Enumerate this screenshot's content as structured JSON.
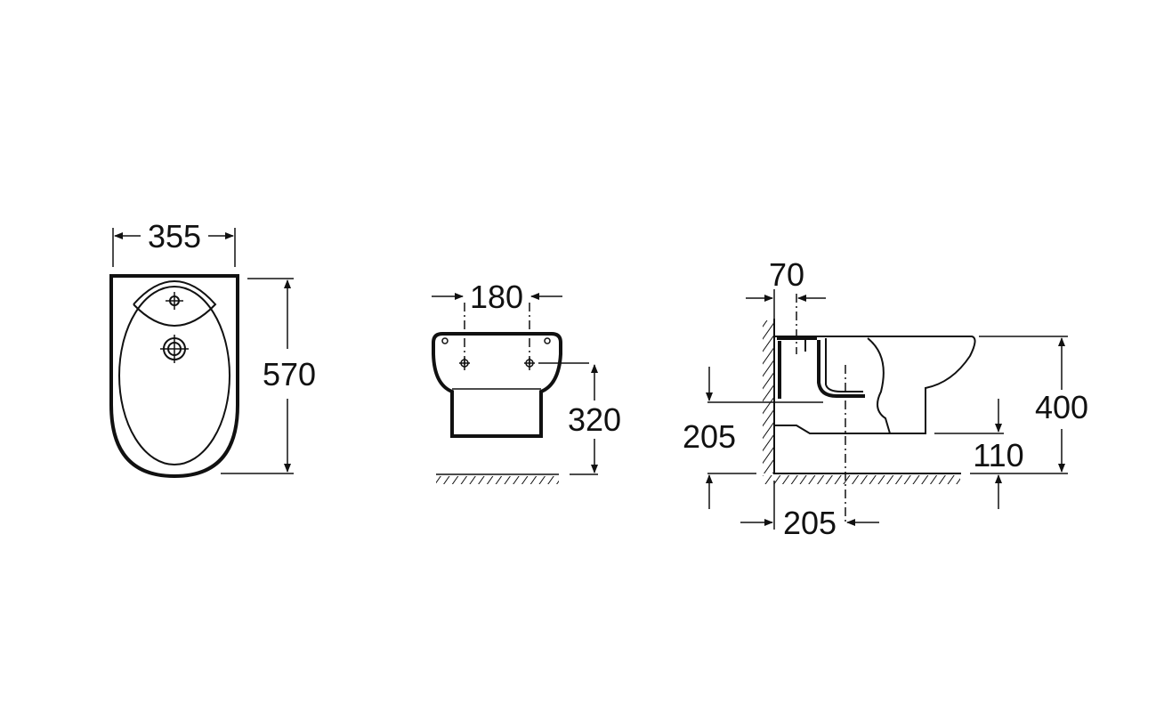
{
  "views": {
    "top": {
      "width_label": "355",
      "length_label": "570"
    },
    "front": {
      "hole_spacing_label": "180",
      "height_label": "320"
    },
    "side": {
      "wall_offset_label": "70",
      "total_height_label": "400",
      "bottom_clearance_label": "110",
      "outlet_height_label": "205",
      "outlet_distance_label": "205"
    }
  }
}
